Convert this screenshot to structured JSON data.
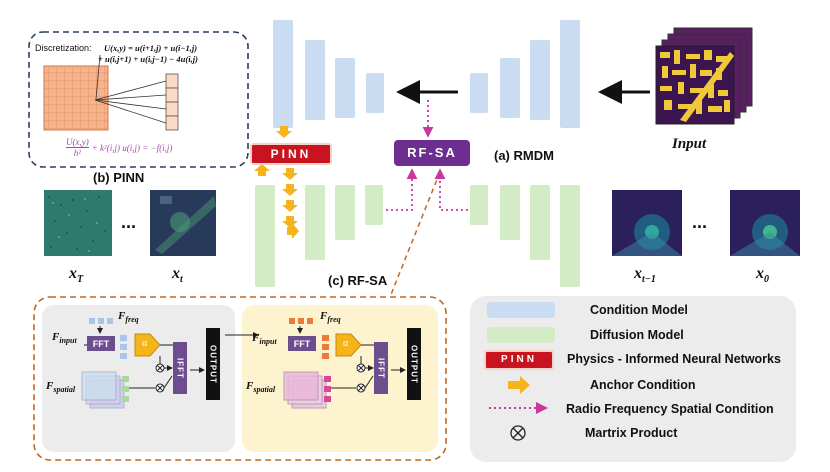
{
  "labels": {
    "rmdm": "(a) RMDM",
    "pinn_caption": "(b) PINN",
    "rfsa_caption": "(c) RF-SA",
    "input": "Input",
    "pinn_block": "PINN",
    "rfsa_block": "RF-SA",
    "ellipsis": "..."
  },
  "pinn_panel": {
    "discretization_label": "Discretization:",
    "eq_line1": "U(x,y) = u(i+1,j) + u(i−1,j)",
    "eq_line2": "+ u(i,j+1) + u(i,j−1) − 4u(i,j)",
    "helmholtz_num": "U(x,y)",
    "helmholtz_den": "h²",
    "helmholtz_rest": "+ k²(i,j) u(i,j) = −f(i,j)"
  },
  "images": {
    "xT": "x",
    "xT_sub": "T",
    "xt": "x",
    "xt_sub": "t",
    "xt1": "x",
    "xt1_sub": "t−1",
    "x0": "x",
    "x0_sub": "0"
  },
  "rfsa_panel": {
    "f_input": "F",
    "f_input_sub": "input",
    "f_freq": "F",
    "f_freq_sub": "freq",
    "f_spatial": "F",
    "f_spatial_sub": "spatial",
    "fft": "FFT",
    "ifft": "IFFT",
    "output": "OUTPUT",
    "alpha": "α"
  },
  "legend": {
    "items": [
      {
        "label": "Condition Model"
      },
      {
        "label": "Diffusion Model"
      },
      {
        "label": "Physics - Informed Neural Networks",
        "badge": "PINN"
      },
      {
        "label": "Anchor Condition"
      },
      {
        "label": "Radio Frequency Spatial Condition"
      },
      {
        "label": "Martrix Product",
        "symbol": "⊗"
      }
    ]
  },
  "colors": {
    "condition": "#c9dcf2",
    "diffusion": "#d3ecc6",
    "pinn": "#c8141e",
    "rfsa": "#6c2e8f",
    "anchor": "#f5b41a",
    "rf_condition": "#c9379d",
    "accent_orange": "#c8641e"
  }
}
